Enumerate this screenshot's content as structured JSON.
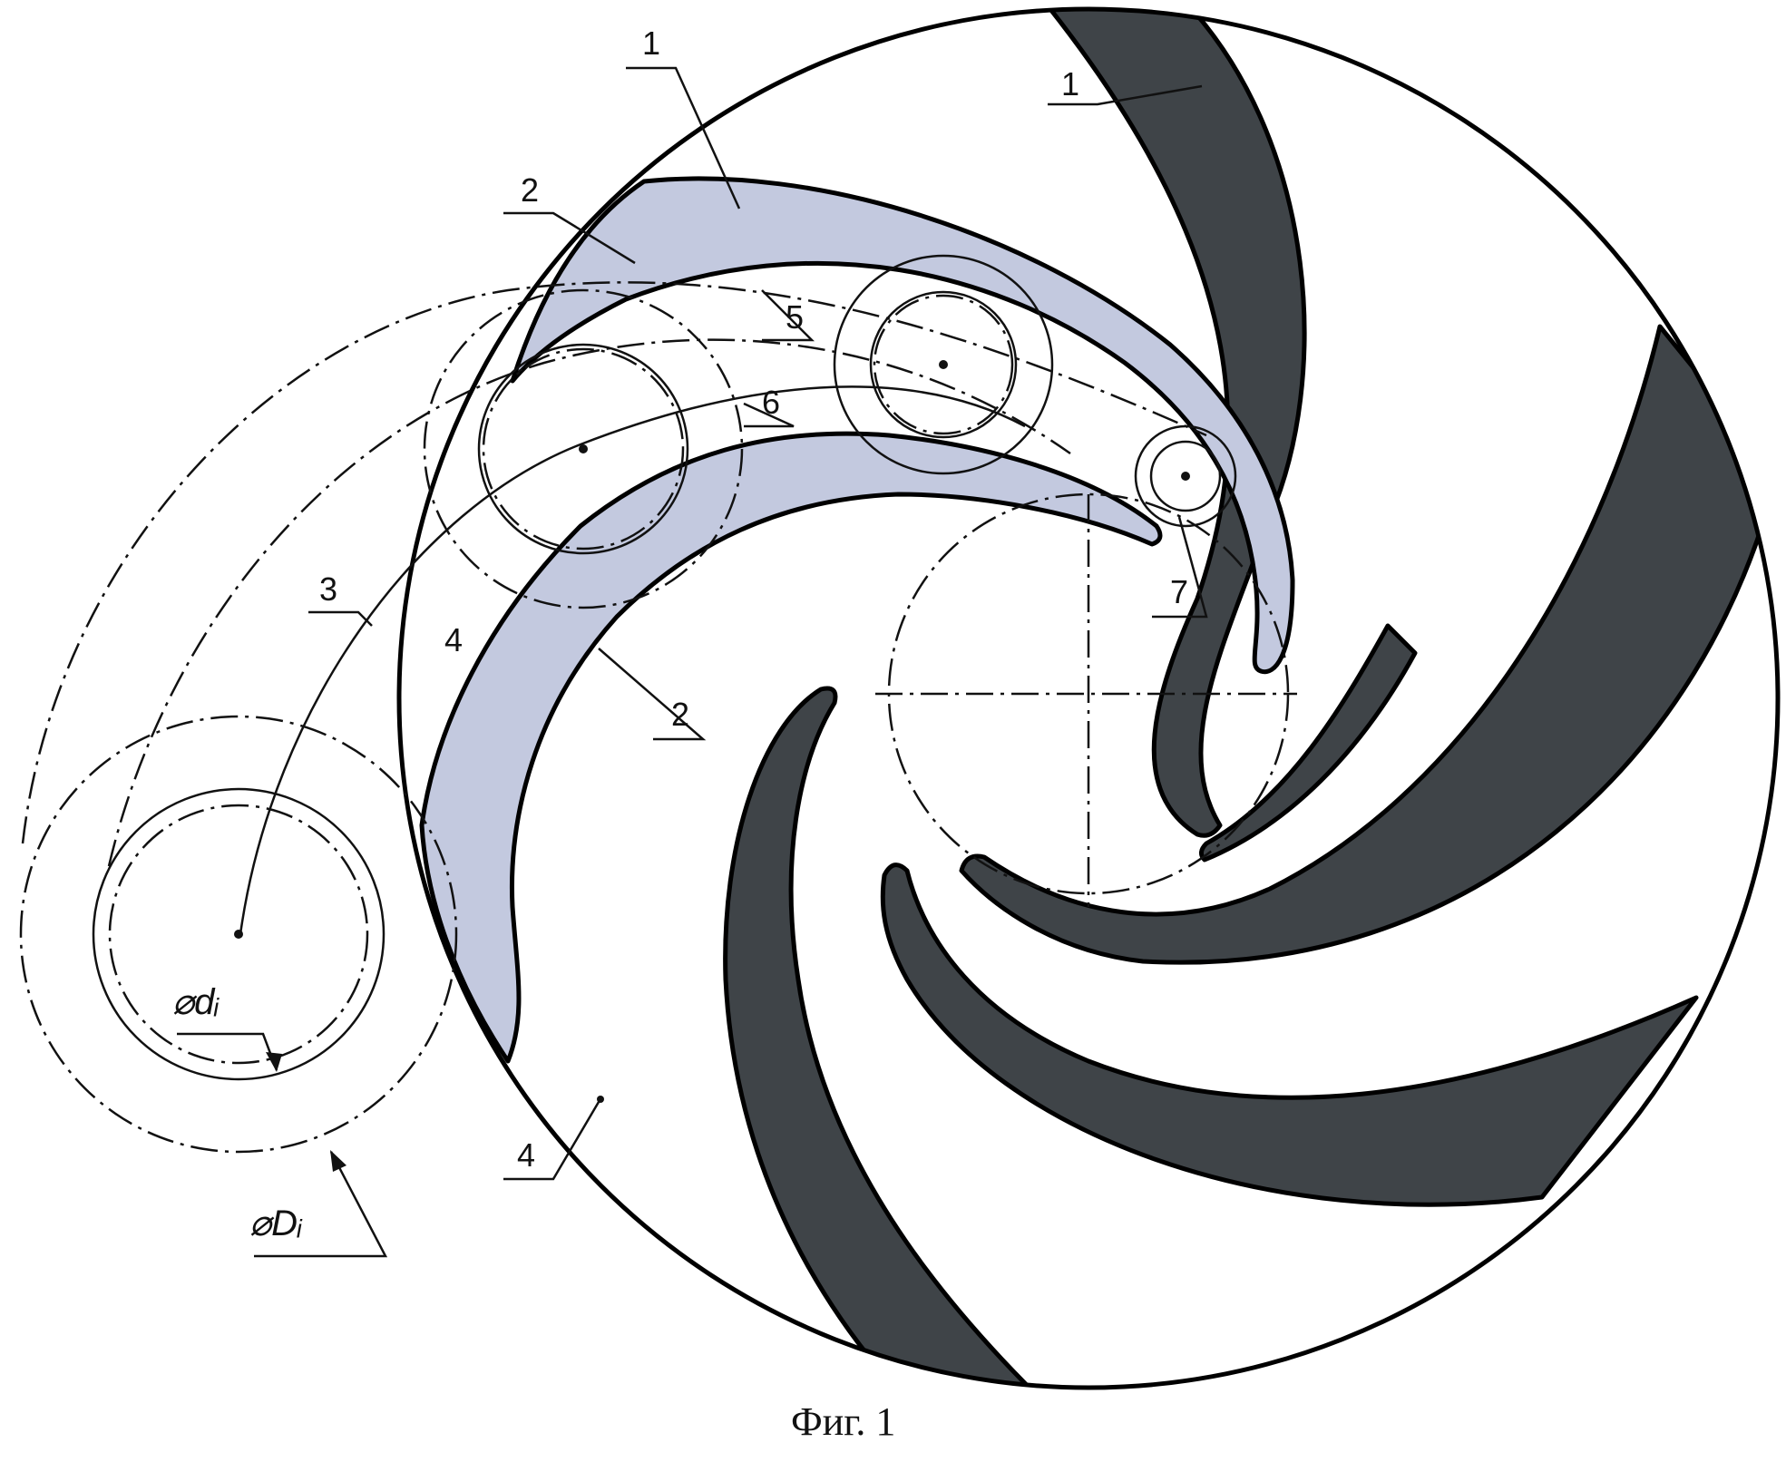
{
  "caption": "Фиг. 1",
  "labels": {
    "l1_top_left": "1",
    "l1_top_right": "1",
    "l2_top": "2",
    "l2_mid": "2",
    "l3": "3",
    "l4_inner": "4",
    "l4_bottom": "4",
    "l5": "5",
    "l6": "6",
    "l7": "7",
    "d_inner": "⌀dᵢ",
    "d_outer": "⌀Dᵢ"
  },
  "colors": {
    "blade_dark": "#3f4448",
    "blade_light": "#c3c9df",
    "outline": "#000000",
    "background": "#ffffff"
  }
}
